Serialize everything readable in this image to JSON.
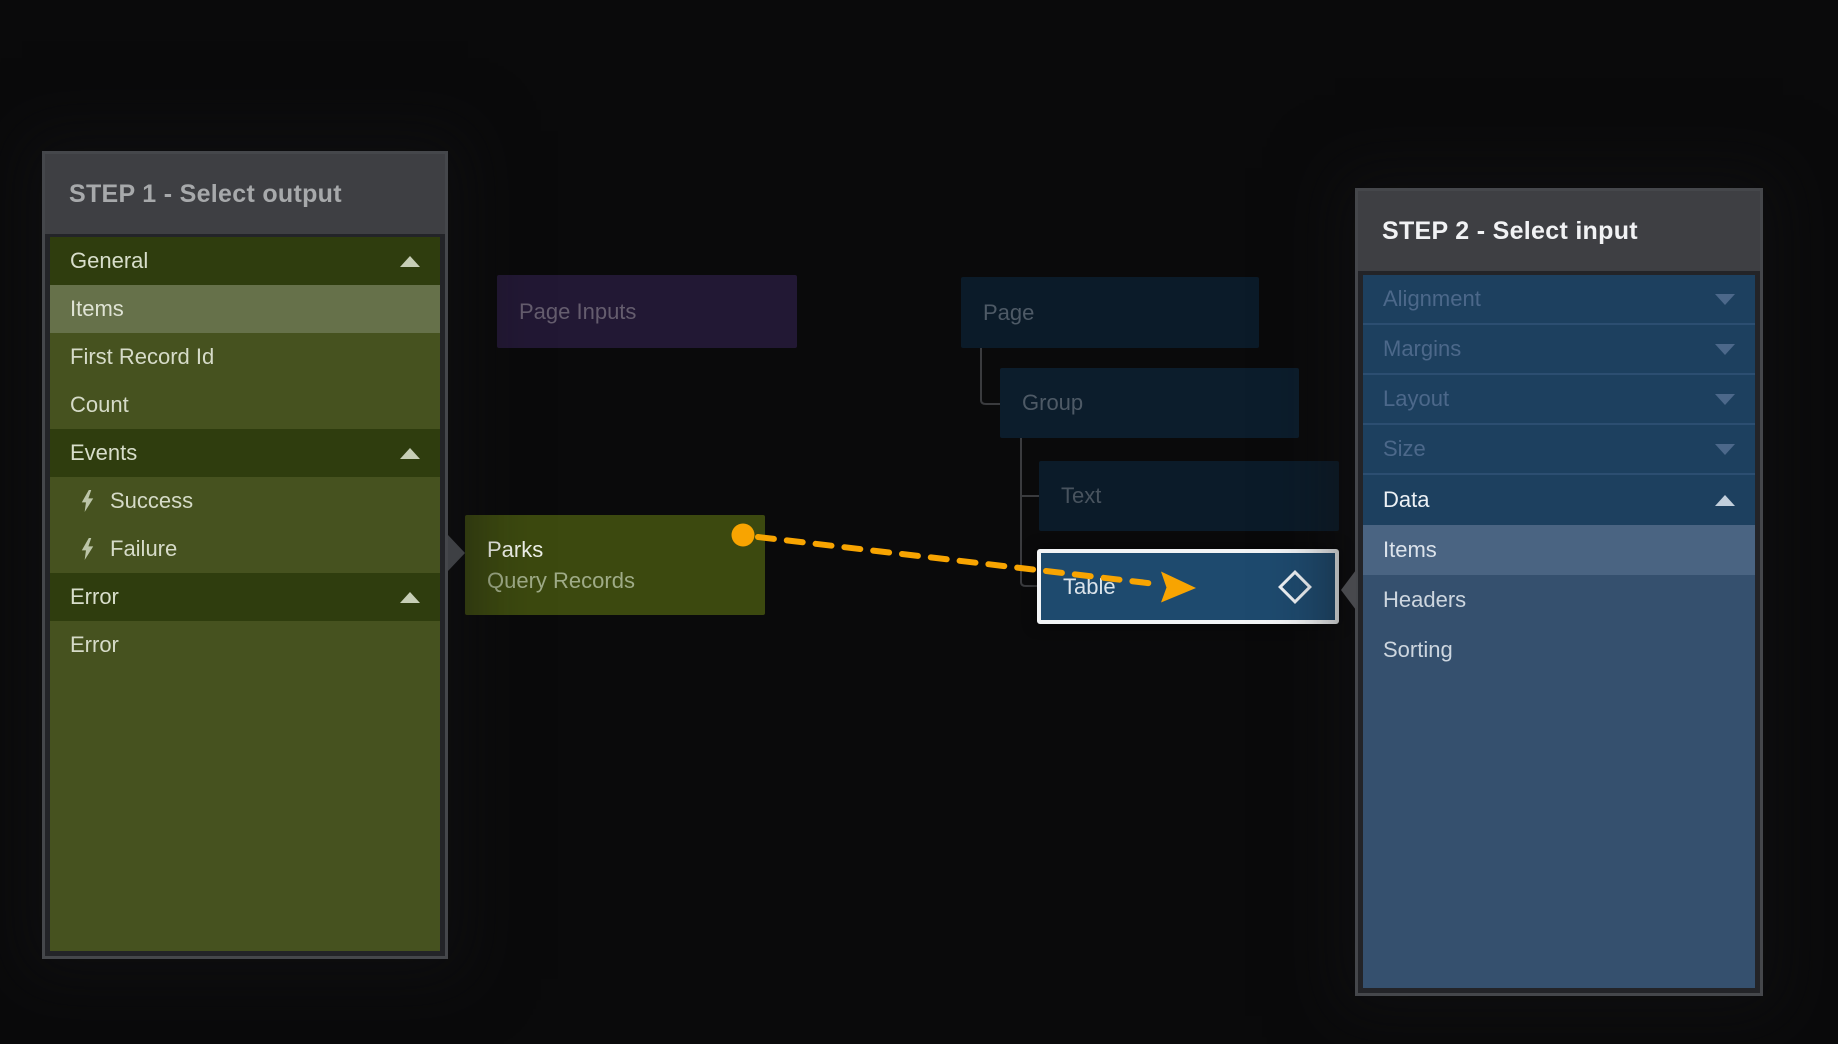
{
  "step1": {
    "title": "STEP 1 - Select output",
    "items": [
      {
        "label": "General",
        "type": "section-header",
        "chevron": "chevron-up-icon"
      },
      {
        "label": "Items",
        "type": "option",
        "selected": true
      },
      {
        "label": "First Record Id",
        "type": "option"
      },
      {
        "label": "Count",
        "type": "option"
      },
      {
        "label": "Events",
        "type": "section-header",
        "chevron": "chevron-up-icon"
      },
      {
        "label": "Success",
        "type": "event-option",
        "icon": "lightning-icon"
      },
      {
        "label": "Failure",
        "type": "event-option",
        "icon": "lightning-icon"
      },
      {
        "label": "Error",
        "type": "section-header",
        "chevron": "chevron-up-icon"
      },
      {
        "label": "Error",
        "type": "option"
      }
    ]
  },
  "step2": {
    "title": "STEP 2 - Select input",
    "items": [
      {
        "label": "Alignment",
        "type": "collapsed-group",
        "chevron": "chevron-down-icon"
      },
      {
        "label": "Margins",
        "type": "collapsed-group",
        "chevron": "chevron-down-icon"
      },
      {
        "label": "Layout",
        "type": "collapsed-group",
        "chevron": "chevron-down-icon"
      },
      {
        "label": "Size",
        "type": "collapsed-group",
        "chevron": "chevron-down-icon"
      },
      {
        "label": "Data",
        "type": "expanded-group",
        "chevron": "chevron-up-icon"
      },
      {
        "label": "Items",
        "type": "group-child",
        "selected": true
      },
      {
        "label": "Headers",
        "type": "group-child"
      },
      {
        "label": "Sorting",
        "type": "group-child"
      }
    ]
  },
  "nodes": {
    "page_inputs": {
      "label": "Page Inputs"
    },
    "parks": {
      "title": "Parks",
      "subtitle": "Query Records",
      "port": "connection-dot"
    },
    "page": {
      "label": "Page"
    },
    "group": {
      "label": "Group"
    },
    "text": {
      "label": "Text"
    },
    "table": {
      "label": "Table",
      "selected": true,
      "port": "diamond-port-icon"
    }
  },
  "connection": {
    "from": "Parks (Query Records) output",
    "to": "Table input",
    "style": "orange-dashed-arrow"
  },
  "colors": {
    "background": "#0a0a0b",
    "panel_header": "#3e3f43",
    "olive_section": "#2f3d0e",
    "olive_row": "#46521f",
    "olive_selected": "#66714a",
    "navy_group_row": "#1d405f",
    "slate_row": "#35506e",
    "slate_selected": "#4a6482",
    "table_node": "#1e4a6e",
    "table_border": "#f2f4f6",
    "parks_node": "#3c490f",
    "page_inputs_node": "#221834",
    "tree_node": "#0b1b29",
    "accent_orange": "#f8a401"
  }
}
